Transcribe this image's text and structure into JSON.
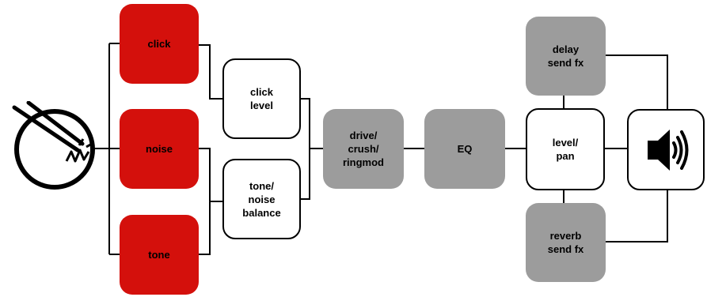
{
  "colors": {
    "source": "#d4100c",
    "processor": "#9c9c9c",
    "control": "#ffffff",
    "line": "#000000"
  },
  "icons": {
    "input": "drum-hit-icon",
    "output": "speaker-icon"
  },
  "nodes": {
    "click": "click",
    "noise": "noise",
    "tone": "tone",
    "click_level": "click\nlevel",
    "tone_noise_balance": "tone/\nnoise\nbalance",
    "drive": "drive/\ncrush/\nringmod",
    "eq": "EQ",
    "level_pan": "level/\npan",
    "delay": "delay\nsend fx",
    "reverb": "reverb\nsend fx"
  }
}
